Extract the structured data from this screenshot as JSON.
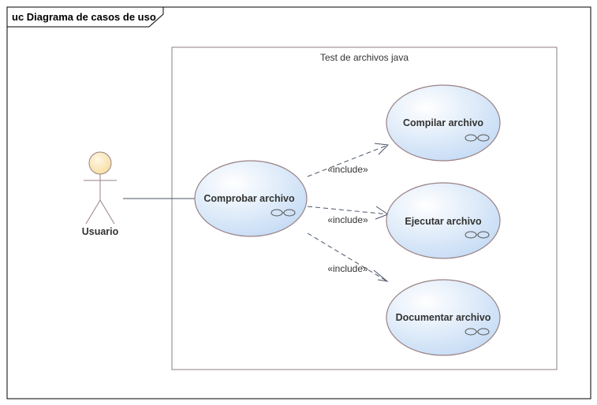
{
  "diagram": {
    "frame_title": "uc Diagrama de casos de uso",
    "system_boundary": "Test de archivos java",
    "actor": {
      "name": "Usuario"
    },
    "use_cases": [
      {
        "id": "comprobar",
        "label": "Comprobar archivo"
      },
      {
        "id": "compilar",
        "label": "Compilar archivo"
      },
      {
        "id": "ejecutar",
        "label": "Ejecutar archivo"
      },
      {
        "id": "documentar",
        "label": "Documentar archivo"
      }
    ],
    "relations": [
      {
        "from": "comprobar",
        "to": "compilar",
        "stereotype": "«include»"
      },
      {
        "from": "comprobar",
        "to": "ejecutar",
        "stereotype": "«include»"
      },
      {
        "from": "comprobar",
        "to": "documentar",
        "stereotype": "«include»"
      }
    ],
    "colors": {
      "frame": "#000000",
      "boundary": "#8c7f7f",
      "usecase_fill_light": "#ffffff",
      "usecase_fill_dark": "#c6dcf5",
      "usecase_stroke": "#9a8285",
      "actor_head": "#fbe6b8",
      "actor_stroke": "#9a8285",
      "connector": "#4a5568"
    }
  }
}
